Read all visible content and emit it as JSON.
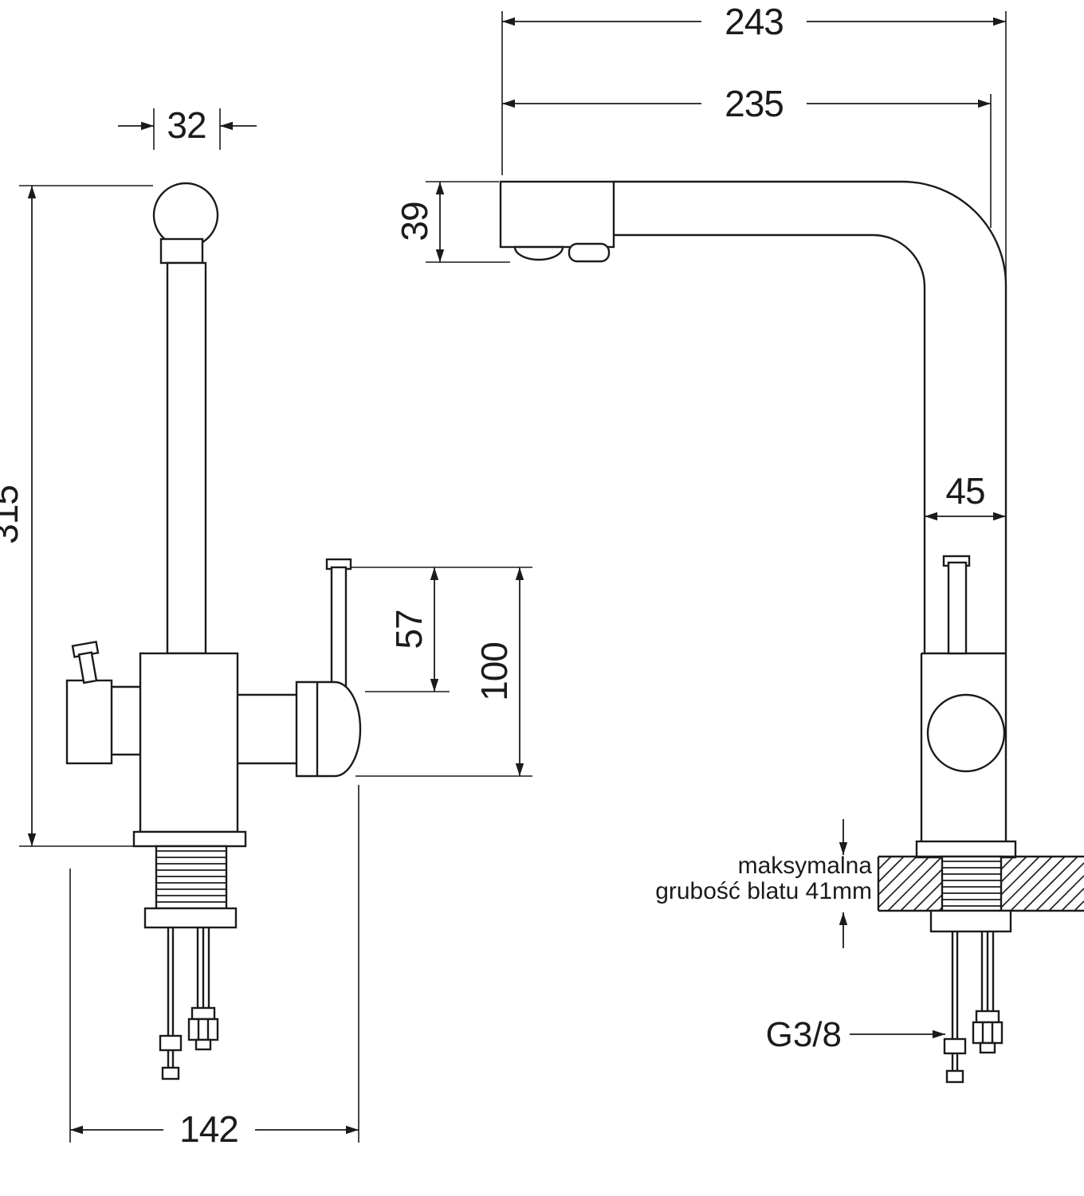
{
  "drawing": {
    "front_view": {
      "ball_diameter_mm": "32",
      "height_mm": "315",
      "lever_mm": "57",
      "body_mm": "100",
      "depth_mm": "142"
    },
    "side_view": {
      "reach_total_mm": "243",
      "reach_spout_mm": "235",
      "spout_head_mm": "39",
      "column_mm": "45",
      "counter_note_line1": "maksymalna",
      "counter_note_line2": "grubość blatu 41mm",
      "thread_size": "G3/8"
    }
  }
}
